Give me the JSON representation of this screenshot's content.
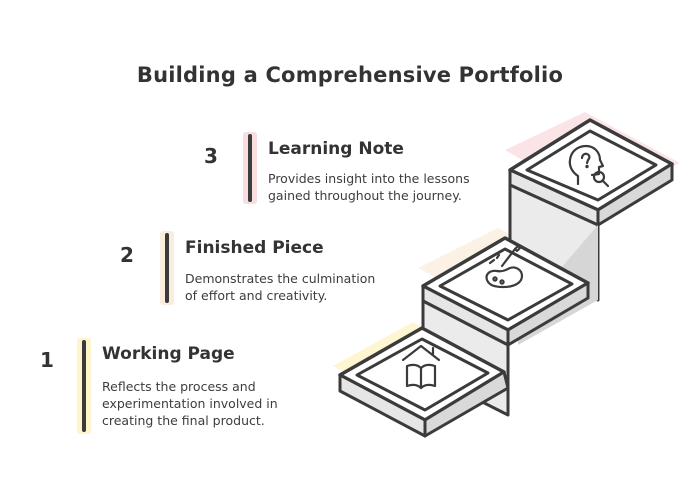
{
  "title": "Building a Comprehensive Portfolio",
  "colors": {
    "step1_accent": "#fde98a",
    "step2_accent": "#f6d6b5",
    "step3_accent": "#f3b3b6",
    "outline": "#3b3b3b",
    "side": "#e4e4e4"
  },
  "steps": [
    {
      "number": "1",
      "heading": "Working Page",
      "desc_lines": [
        "Reflects the process and",
        "experimentation involved in",
        "creating the final product."
      ],
      "icon": "book-house-icon"
    },
    {
      "number": "2",
      "heading": "Finished Piece",
      "desc_lines": [
        "Demonstrates the culmination",
        "of effort and creativity."
      ],
      "icon": "paint-palette-icon"
    },
    {
      "number": "3",
      "heading": "Learning Note",
      "desc_lines": [
        "Provides insight into the lessons",
        "gained throughout the journey."
      ],
      "icon": "head-search-icon"
    }
  ]
}
